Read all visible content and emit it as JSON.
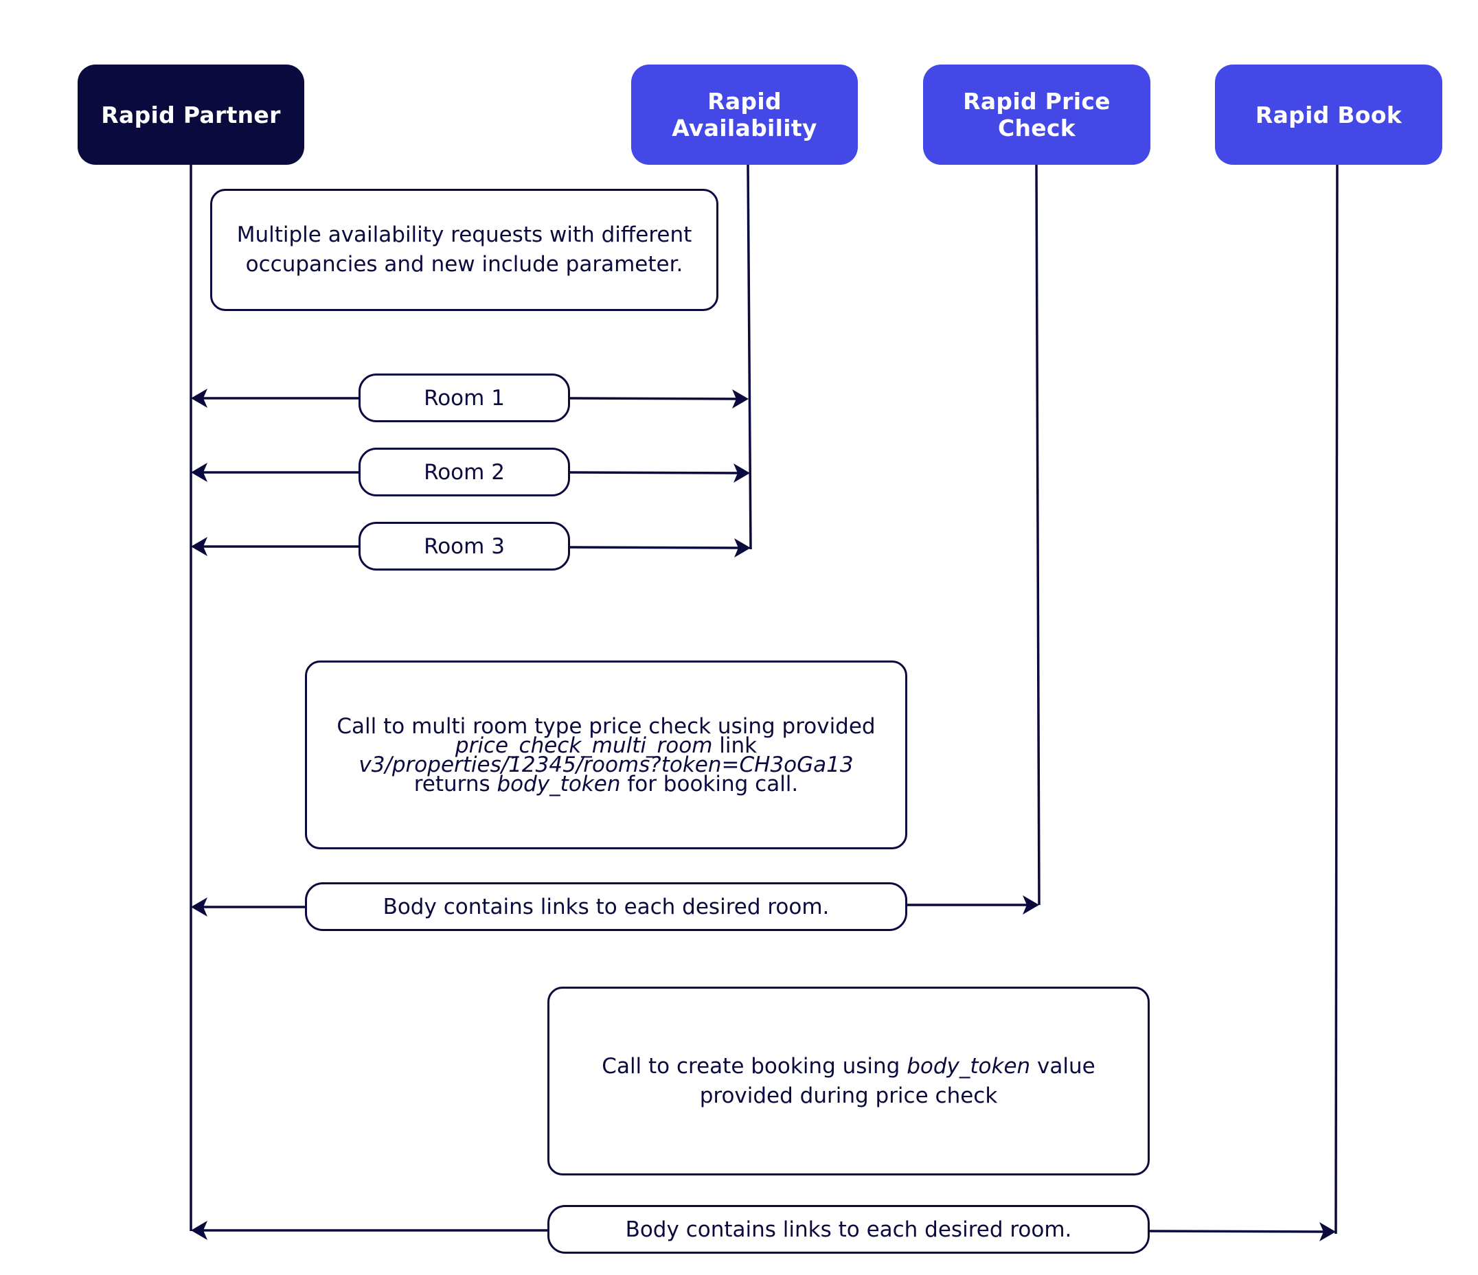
{
  "actors": {
    "partner": {
      "label": "Rapid Partner",
      "color": "#0b0a3e"
    },
    "availability": {
      "label": "Rapid Availability",
      "color": "#4348e6"
    },
    "price_check": {
      "label": "Rapid Price Check",
      "color": "#4348e6"
    },
    "book": {
      "label": "Rapid Book",
      "color": "#4348e6"
    }
  },
  "notes": {
    "availability": {
      "line1": "Multiple availability requests with different",
      "line2": "occupancies and new include parameter."
    },
    "price_check": {
      "line1": "Call to multi room type price check using provided",
      "line2_italic": "price_check_multi_room",
      "line2_rest": " link",
      "line3_italic": "v3/properties/12345/rooms?token=CH3oGa13",
      "line4_pre": "returns ",
      "line4_italic": "body_token",
      "line4_post": " for booking call."
    },
    "booking": {
      "line1_pre": "Call to create booking using ",
      "line1_italic": "body_token",
      "line1_post": " value",
      "line2": "provided during price check"
    }
  },
  "messages": {
    "room1": "Room 1",
    "room2": "Room 2",
    "room3": "Room 3",
    "price_check_body": "Body contains links to each desired room.",
    "book_body": "Body contains links to each desired room."
  },
  "colors": {
    "line": "#0b0a3e",
    "partner": "#0b0a3e",
    "service": "#4348e6"
  }
}
